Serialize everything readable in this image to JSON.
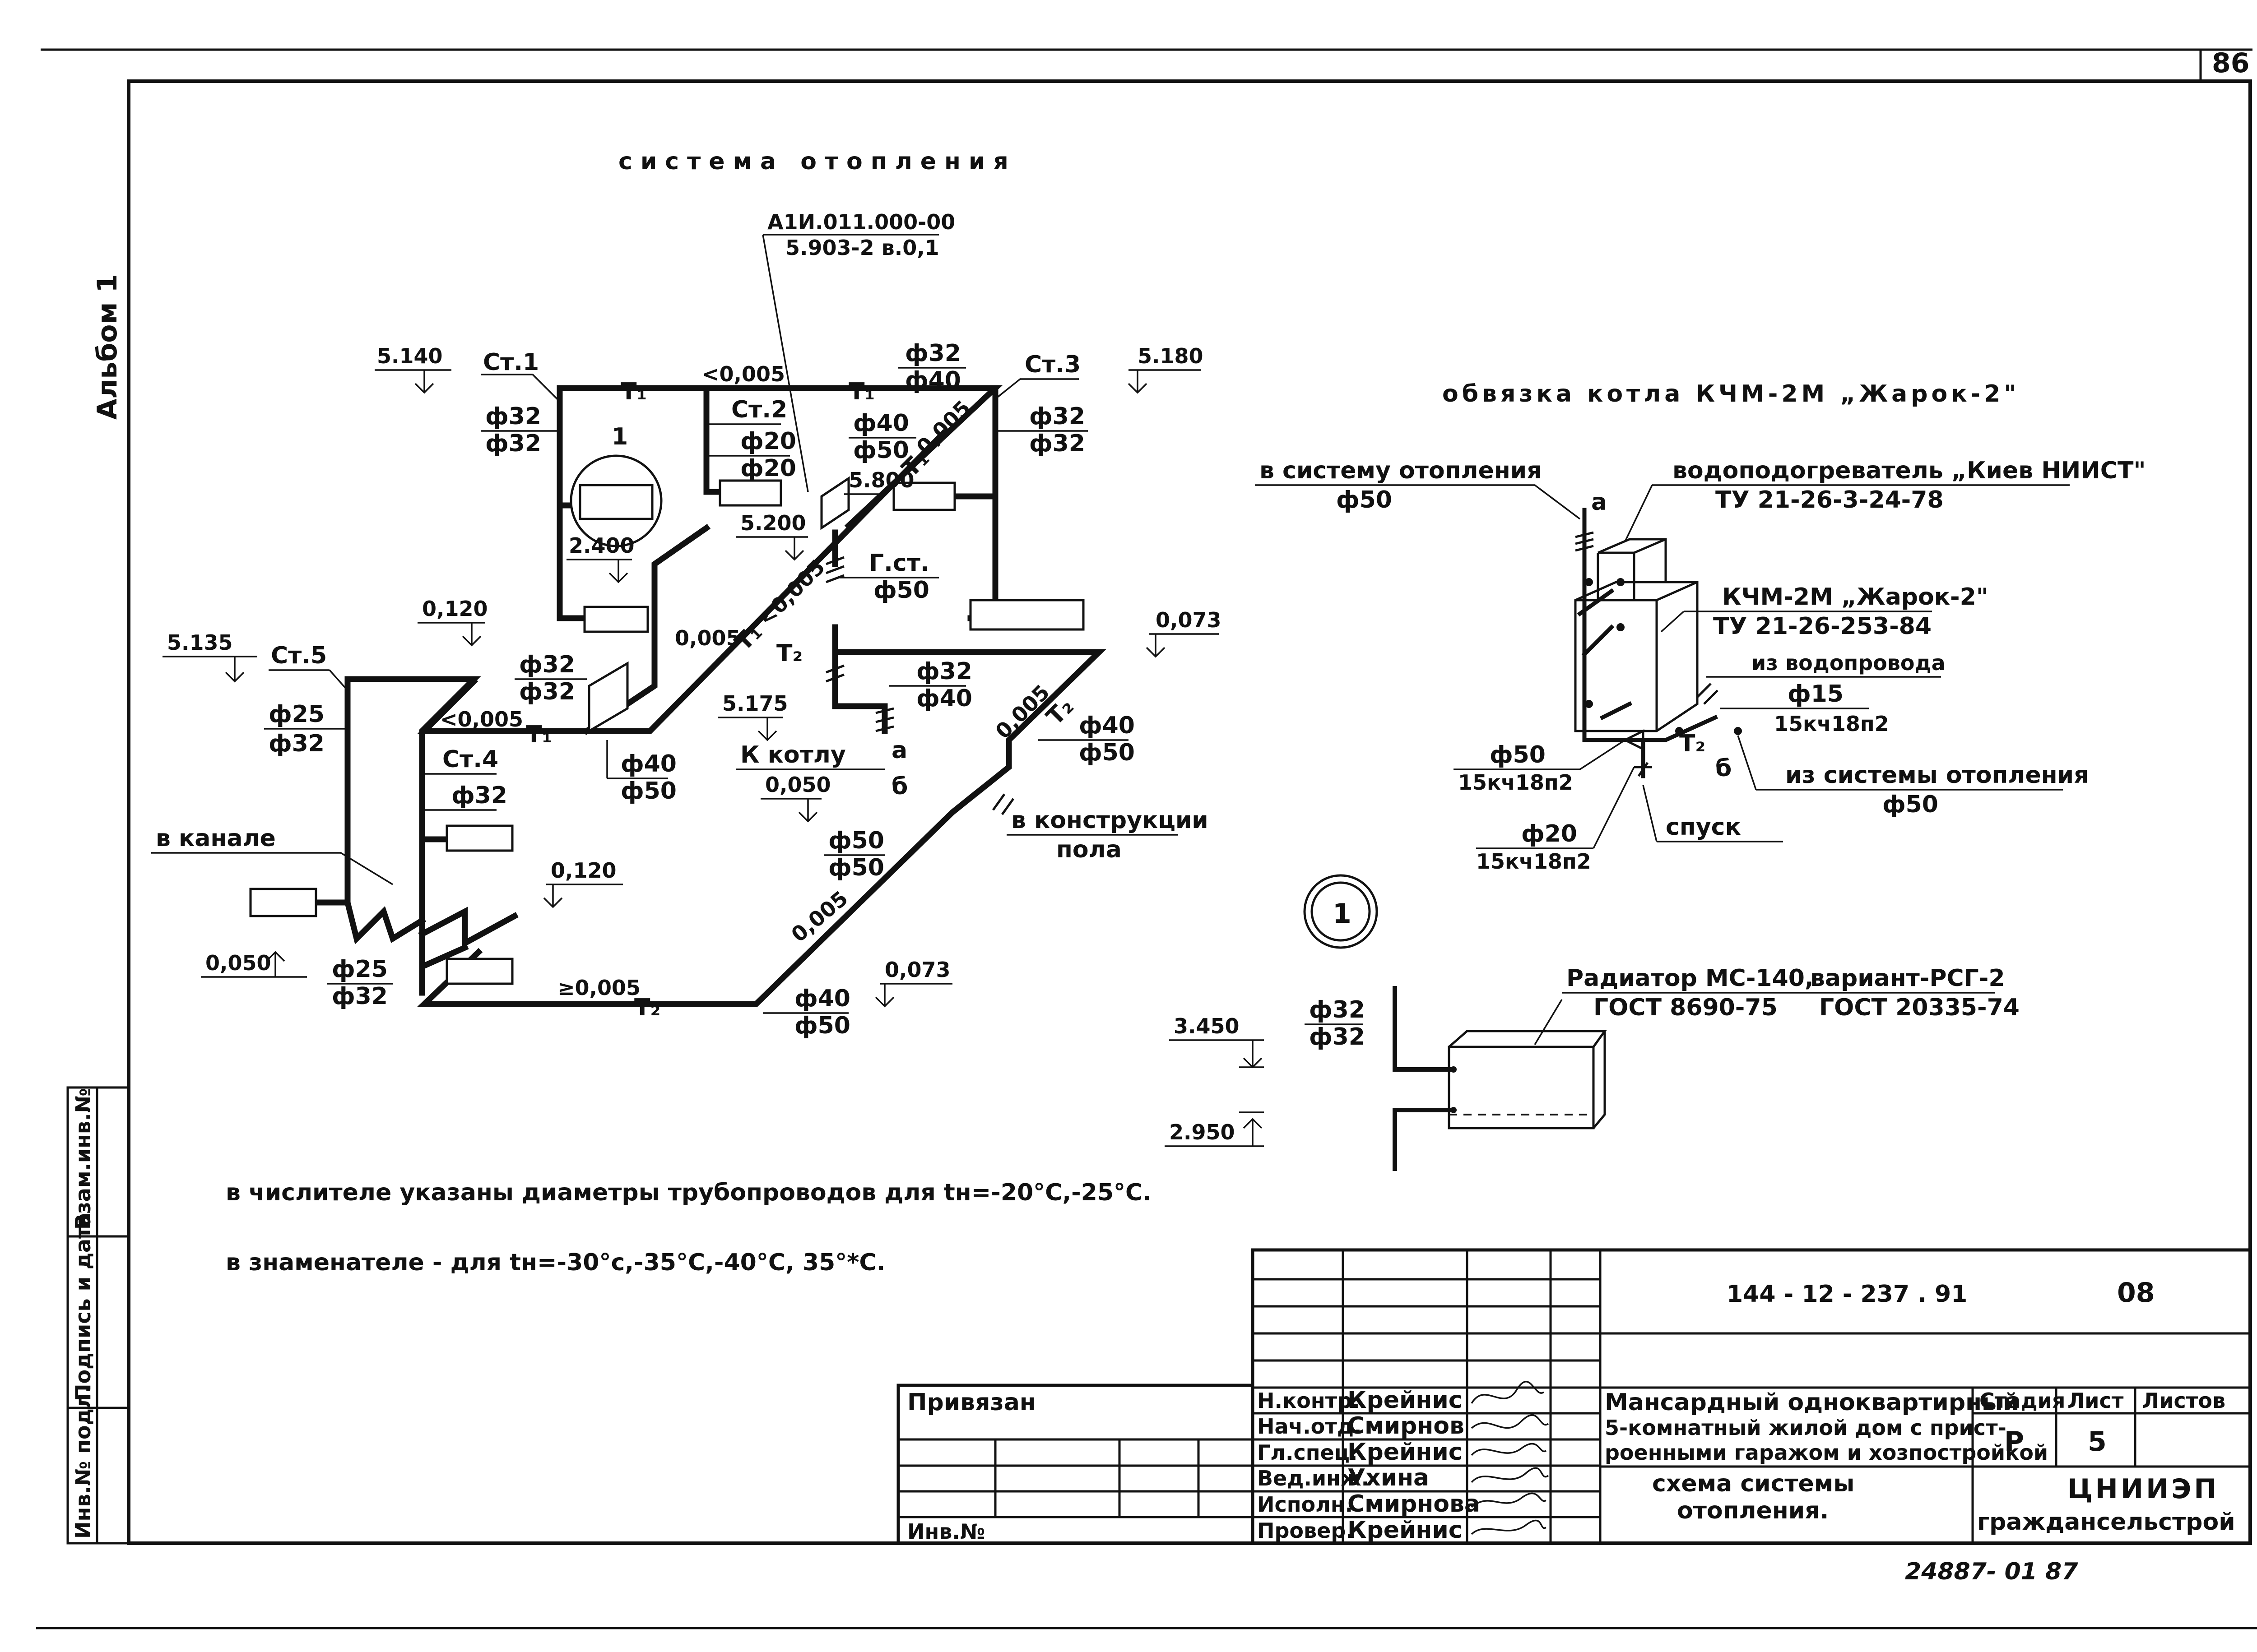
{
  "page_number": "86",
  "album": "Альбом 1",
  "heating_title": "система отопления",
  "callout_top": {
    "line1": "А1И.011.000-00",
    "line2": "5.903-2 в.0,1"
  },
  "levels": {
    "l5140": "5.140",
    "l5180": "5.180",
    "l5135": "5.135",
    "l0120a": "0,120",
    "l0073a": "0,073",
    "l5800": "5.800",
    "l5200": "5.200",
    "l2400": "2.400",
    "l5175": "5.175",
    "l0050a": "0,050",
    "l0120b": "0,120",
    "l0050b": "0,050",
    "l0073b": "0,073",
    "l3450": "3.450",
    "l2950": "2.950"
  },
  "risers": {
    "st1": "Ст.1",
    "st2": "Ст.2",
    "st3": "Ст.3",
    "st4": "Ст.4",
    "st5": "Ст.5",
    "gst": "Г.ст."
  },
  "diameters": {
    "d_st1": [
      "ф32",
      "ф32"
    ],
    "d_top": [
      "ф32",
      "ф40"
    ],
    "d_st2": [
      "ф20",
      "ф20"
    ],
    "d_st3": [
      "ф32",
      "ф32"
    ],
    "d_mid1": [
      "ф40",
      "ф50"
    ],
    "d_gst": "ф50",
    "d_st5": [
      "ф25",
      "ф32"
    ],
    "d_st1low": [
      "ф32",
      "ф32"
    ],
    "d_t1": [
      "ф40",
      "ф50"
    ],
    "d_st4": "ф32",
    "d_kotl": [
      "ф32",
      "ф40"
    ],
    "d_t2r": [
      "ф40",
      "ф50"
    ],
    "d_mid2": [
      "ф50",
      "ф50"
    ],
    "d_low": [
      "ф25",
      "ф32"
    ],
    "d_t2b": [
      "ф40",
      "ф50"
    ],
    "d_rad": [
      "ф32",
      "ф32"
    ]
  },
  "slopes": {
    "s1": "<0,005",
    "s2": "0,005",
    "s3": "<0,005",
    "s4": "0,005",
    "s5": "<0,005",
    "s6": "0,005",
    "s7": "0,005",
    "s8": "≥0,005"
  },
  "markers": {
    "t1": "T₁",
    "t2": "T₂",
    "a": "а",
    "b": "б",
    "one": "1"
  },
  "labels": {
    "k_kotlu": "К котлу",
    "v_konstr": "в конструкции",
    "pola": "пола",
    "v_kanale": "в канале"
  },
  "boiler": {
    "title": "обвязка котла КЧМ-2М „Жарок-2\"",
    "to_system": "в систему отопления",
    "to_system_d": "ф50",
    "heater": "водоподогреватель „Киев НИИСТ\"",
    "heater_tu": "ТУ 21-26-3-24-78",
    "kchm": "КЧМ-2М „Жарок-2\"",
    "kchm_tu": "ТУ 21-26-253-84",
    "from_water": "из водопровода",
    "from_water_d": "ф15",
    "from_water_v": "15кч18п2",
    "v50_d": "ф50",
    "v50_v": "15кч18п2",
    "from_system": "из системы отопления",
    "from_system_d": "ф50",
    "drain": "спуск",
    "v20_d": "ф20",
    "v20_v": "15кч18п2"
  },
  "radiator": {
    "name": "Радиатор МС-140,",
    "std": "ГОСТ 8690-75",
    "variant": "вариант-РСГ-2",
    "variant_std": "ГОСТ 20335-74"
  },
  "notes": {
    "n1": "в числителе указаны диаметры трубопроводов для tн=-20°С,-25°С.",
    "n2": "в знаменателе - для tн=-30°с,-35°С,-40°С, 35°*С."
  },
  "stamp": {
    "code": "144 - 12 - 237 . 91",
    "sheet_code": "08",
    "privyazan": "Привязан",
    "inv": "Инв.№",
    "roles": [
      "Н.контр.",
      "Нач.отд.",
      "Гл.спец.",
      "Вед.инж.",
      "Исполн.",
      "Провер."
    ],
    "names": [
      "Крейнис",
      "Смирнов",
      "Крейнис",
      "Ухина",
      "Смирнова",
      "Крейнис"
    ],
    "project": [
      "Мансардный одноквартирный",
      "5-комнатный жилой дом с прист-",
      "роенными гаражом и хозпостройкой"
    ],
    "sheet_title": [
      "схема системы",
      "отопления."
    ],
    "h_stage": "Стадия",
    "h_list": "Лист",
    "h_lists": "Листов",
    "stage": "Р",
    "list": "5",
    "org1": "ЦНИИЭП",
    "org2": "граждансельстрой"
  },
  "left_strip": [
    "Инв.№ подл.",
    "Подпись и дата",
    "Взам.инв.№"
  ],
  "bottom_code": "24887- 01    87"
}
